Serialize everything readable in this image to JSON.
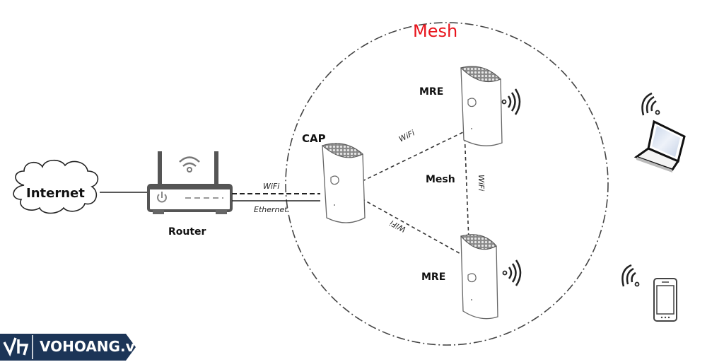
{
  "diagram": {
    "mesh_zone_title": "Mesh",
    "mesh_zone_title_color": "#e8141c",
    "nodes": {
      "internet": {
        "label": "Internet",
        "icon": "cloud-icon"
      },
      "router": {
        "label": "Router",
        "icon": "router-icon"
      },
      "cap": {
        "label": "CAP",
        "icon": "mesh-node-icon"
      },
      "mre_top": {
        "label": "MRE",
        "icon": "mesh-node-icon"
      },
      "mre_bottom": {
        "label": "MRE",
        "icon": "mesh-node-icon"
      },
      "laptop": {
        "icon": "laptop-icon"
      },
      "phone": {
        "icon": "smartphone-icon"
      }
    },
    "links": {
      "router_cap_wifi": "WiFi",
      "router_cap_ethernet": "Ethernet",
      "cap_mre_top": "WiFi",
      "cap_mre_bottom": "WiFi",
      "mre_mre": "WiFi",
      "center_label": "Mesh"
    }
  },
  "brand": {
    "name": "VOHOANG.vn",
    "logo_mark": "vh",
    "color": "#1c3557"
  }
}
